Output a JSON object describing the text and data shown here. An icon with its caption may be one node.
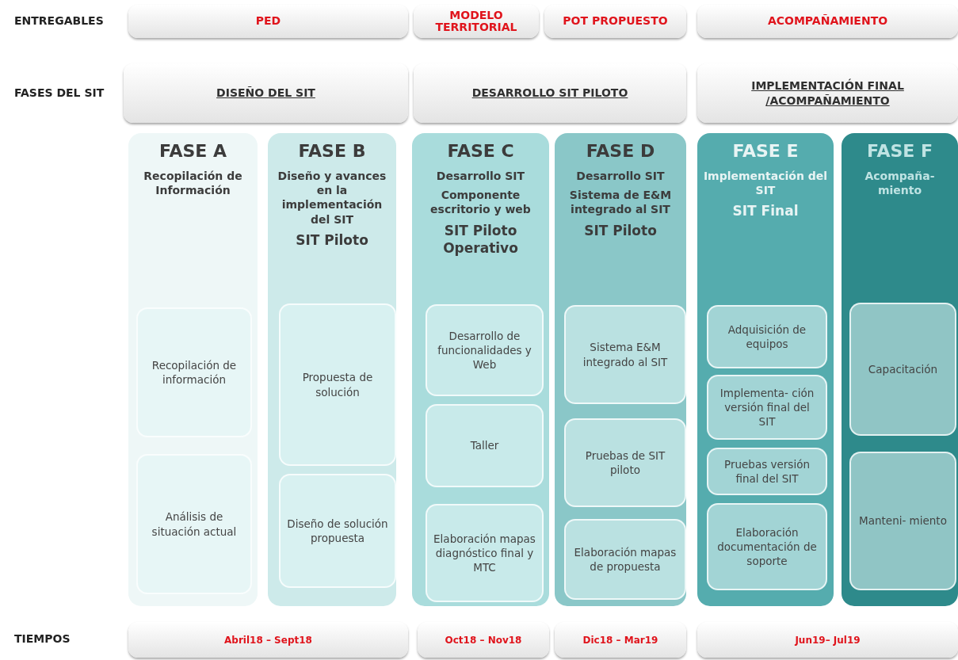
{
  "diagram": {
    "nodes": [
      {
        "text": [
          "PED"
        ]
      },
      {
        "text": [
          "MODELO TERRITORIAL"
        ]
      },
      {
        "text": [
          "POT PROPUESTO"
        ]
      },
      {
        "text": [
          "ACOMPAÑAMIENTO"
        ]
      },
      {
        "text": [
          "DISEÑO DEL SIT"
        ]
      },
      {
        "text": [
          "DESARROLLO SIT PILOTO"
        ]
      },
      {
        "text": [
          "IMPLEMENTACIÓN FINAL /ACOMPAÑAMIENTO"
        ]
      },
      {
        "text": [
          "FASE A",
          "Recopilación de Información"
        ]
      },
      {
        "text": [
          "Recopilación de información"
        ],
        "in": 7
      },
      {
        "text": [
          "Análisis de situación actual"
        ],
        "in": 7
      },
      {
        "text": [
          "FASE B",
          "Diseño y avances en la implementación del SIT",
          "SIT Piloto"
        ]
      },
      {
        "text": [
          "Propuesta de solución"
        ],
        "in": 10
      },
      {
        "text": [
          "Diseño de solución propuesta"
        ],
        "in": 10
      },
      {
        "text": [
          "FASE C",
          "Desarrollo SIT",
          "Componente escritorio y web",
          "SIT Piloto Operativo"
        ]
      },
      {
        "text": [
          "Desarrollo de funcionalidades y Web"
        ],
        "in": 13
      },
      {
        "text": [
          "Taller"
        ],
        "in": 13
      },
      {
        "text": [
          "Elaboración mapas diagnóstico final y MTC"
        ],
        "in": 13
      },
      {
        "text": [
          "FASE D",
          "Desarrollo SIT",
          "Sistema de E&M integrado al SIT",
          "SIT Piloto"
        ]
      },
      {
        "text": [
          "Sistema E&M integrado al SIT"
        ],
        "in": 17
      },
      {
        "text": [
          "Pruebas de SIT piloto"
        ],
        "in": 17
      },
      {
        "text": [
          "Elaboración mapas de propuesta"
        ],
        "in": 17
      },
      {
        "text": [
          "FASE E",
          "Implementación del SIT",
          "SIT Final"
        ]
      },
      {
        "text": [
          "Adquisición de equipos"
        ],
        "in": 21
      },
      {
        "text": [
          "Implementa- ción versión final del SIT"
        ],
        "in": 21
      },
      {
        "text": [
          "Pruebas versión final del SIT"
        ],
        "in": 21
      },
      {
        "text": [
          "Elaboración documentación de soporte"
        ],
        "in": 21
      },
      {
        "text": [
          "FASE F",
          "Acompaña- miento"
        ]
      },
      {
        "text": [
          "Capacitación"
        ],
        "in": 26
      },
      {
        "text": [
          "Manteni- miento"
        ],
        "in": 26
      },
      {
        "text": [
          "Abril18 – Sept18"
        ]
      },
      {
        "text": [
          "Oct18 – Nov18"
        ]
      },
      {
        "text": [
          "Dic18 – Mar19"
        ]
      },
      {
        "text": [
          "Jun19– Jul19"
        ]
      }
    ],
    "labels": [
      "ENTREGABLES",
      "FASES DEL SIT",
      "TIEMPOS"
    ]
  }
}
